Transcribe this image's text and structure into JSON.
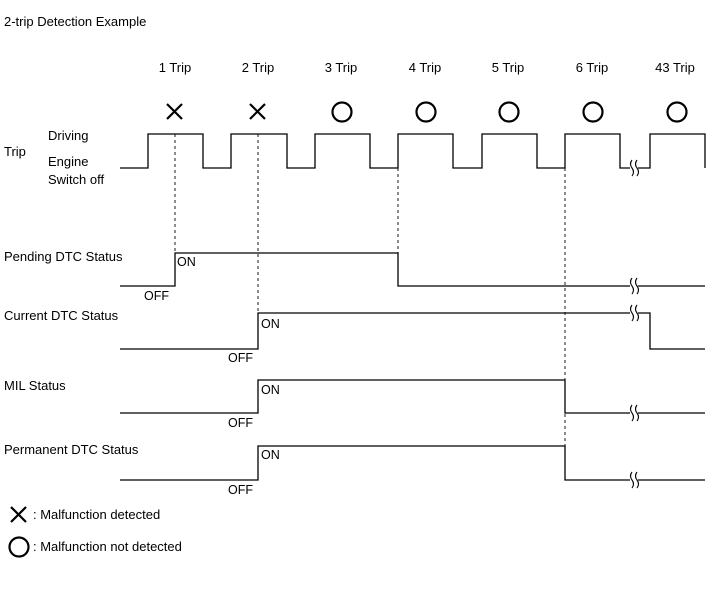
{
  "title": "2-trip Detection Example",
  "trip_labels": [
    "1 Trip",
    "2 Trip",
    "3 Trip",
    "4 Trip",
    "5 Trip",
    "6 Trip",
    "43 Trip"
  ],
  "trip_results": [
    "x",
    "x",
    "o",
    "o",
    "o",
    "o",
    "o"
  ],
  "trip_row": {
    "label": "Trip",
    "state_high": "Driving",
    "state_low_1": "Engine",
    "state_low_2": "Switch off"
  },
  "signals": [
    {
      "name": "Pending DTC Status",
      "off_label": "OFF",
      "on_label": "ON",
      "on_from_trip": 1,
      "off_at_trip": 4
    },
    {
      "name": "Current DTC Status",
      "off_label": "OFF",
      "on_label": "ON",
      "on_from_trip": 2,
      "off_at_trip": 43
    },
    {
      "name": "MIL Status",
      "off_label": "OFF",
      "on_label": "ON",
      "on_from_trip": 2,
      "off_at_trip": 6
    },
    {
      "name": "Permanent DTC Status",
      "off_label": "OFF",
      "on_label": "ON",
      "on_from_trip": 2,
      "off_at_trip": 6
    }
  ],
  "legend": [
    {
      "symbol": "x",
      "text": ": Malfunction detected"
    },
    {
      "symbol": "o",
      "text": ": Malfunction not detected"
    }
  ]
}
